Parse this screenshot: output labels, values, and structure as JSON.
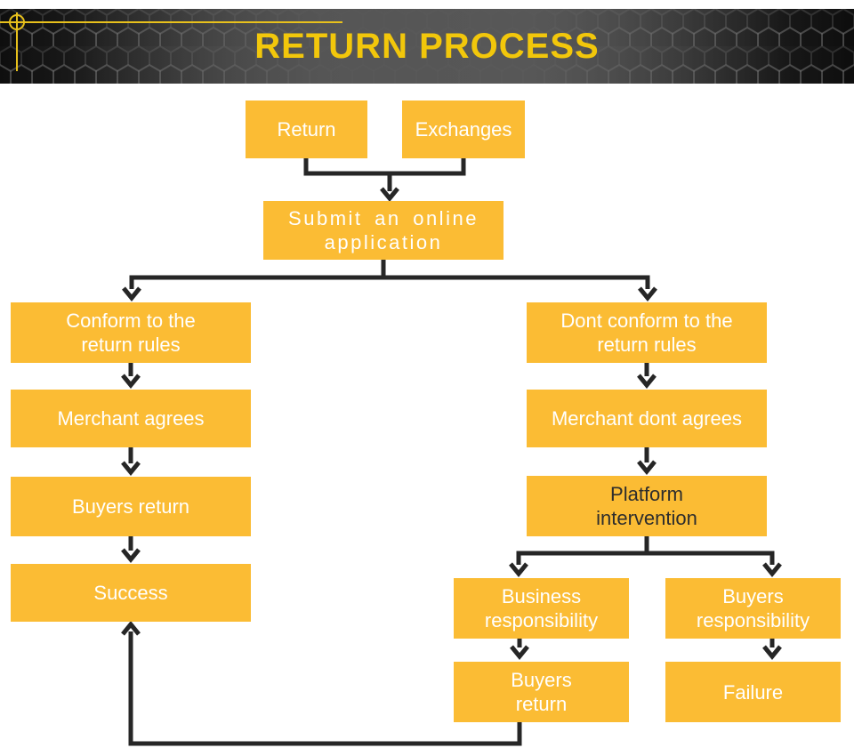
{
  "header": {
    "title": "RETURN PROCESS"
  },
  "nodes": {
    "return": {
      "line1": "Return"
    },
    "exchanges": {
      "line1": "Exchanges"
    },
    "submit": {
      "line1": "Submit an online",
      "line2": "application"
    },
    "conform": {
      "line1": "Conform to the",
      "line2": "return rules"
    },
    "merchant_agrees": {
      "line1": "Merchant agrees"
    },
    "buyers_return_left": {
      "line1": "Buyers return"
    },
    "success": {
      "line1": "Success"
    },
    "dont_conform": {
      "line1": "Dont conform to the",
      "line2": "return rules"
    },
    "merchant_dont_agrees": {
      "line1": "Merchant dont agrees"
    },
    "platform": {
      "line1": "Platform",
      "line2": "intervention"
    },
    "business_resp": {
      "line1": "Business",
      "line2": "responsibility"
    },
    "buyers_resp": {
      "line1": "Buyers",
      "line2": "responsibility"
    },
    "buyers_return_bottom": {
      "line1": "Buyers",
      "line2": "return"
    },
    "failure": {
      "line1": "Failure"
    }
  },
  "colors": {
    "box_fill": "#FBBC34",
    "box_text": "#FFFFFF",
    "platform_text": "#2D2D2D",
    "connector": "#262626",
    "title_text": "#F2C70B",
    "accent_line": "#E8C11C",
    "banner_center": "#575757",
    "banner_edge": "#111111"
  }
}
